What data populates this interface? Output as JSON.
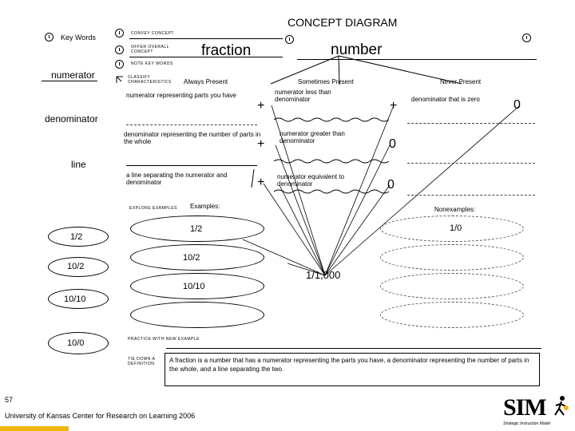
{
  "title": "CONCEPT DIAGRAM",
  "labels": {
    "key_words": "Key Words",
    "convey": "CONVEY CONCEPT",
    "offer": "OFFER OVERALL CONCEPT",
    "note": "NOTE KEY WORDS",
    "classify": "CLASSIFY CHARACTERISTICS",
    "explore": "EXPLORE EXAMPLES",
    "practice": "PRACTICE WITH NEW EXAMPLE",
    "tie": "TIE DOWN A DEFINITION"
  },
  "concept": "fraction",
  "overall_concept": "number",
  "key_words": [
    "numerator",
    "denominator",
    "line"
  ],
  "headers": {
    "always": "Always Present",
    "sometimes": "Sometimes Present",
    "never": "Never Present"
  },
  "always": [
    "numerator representing parts you have",
    "denominator representing the number of parts in the whole",
    "a line separating the numerator and denominator"
  ],
  "sometimes": [
    "numerator less than denominator",
    "numerator greater than denominator",
    "numerator equivalent to denominator"
  ],
  "never": [
    "denominator that is zero"
  ],
  "examples_label": "Examples:",
  "nonexamples_label": "Nonexamples:",
  "examples": [
    "1/2",
    "10/2",
    "10/10"
  ],
  "nonexamples": [
    "1/0"
  ],
  "practice_items": [
    "1/2",
    "10/2",
    "10/10",
    "10/0"
  ],
  "center_example": "1/1,000",
  "definition": "A fraction is a number that has a numerator representing the parts you have, a denominator representing the number of parts in the whole, and a line separating the two.",
  "footer": {
    "page": "57",
    "credit": "University of Kansas Center for Research on Learning 2006"
  },
  "logo": {
    "text": "SIM",
    "tagline": "Strategic Instruction Model"
  }
}
